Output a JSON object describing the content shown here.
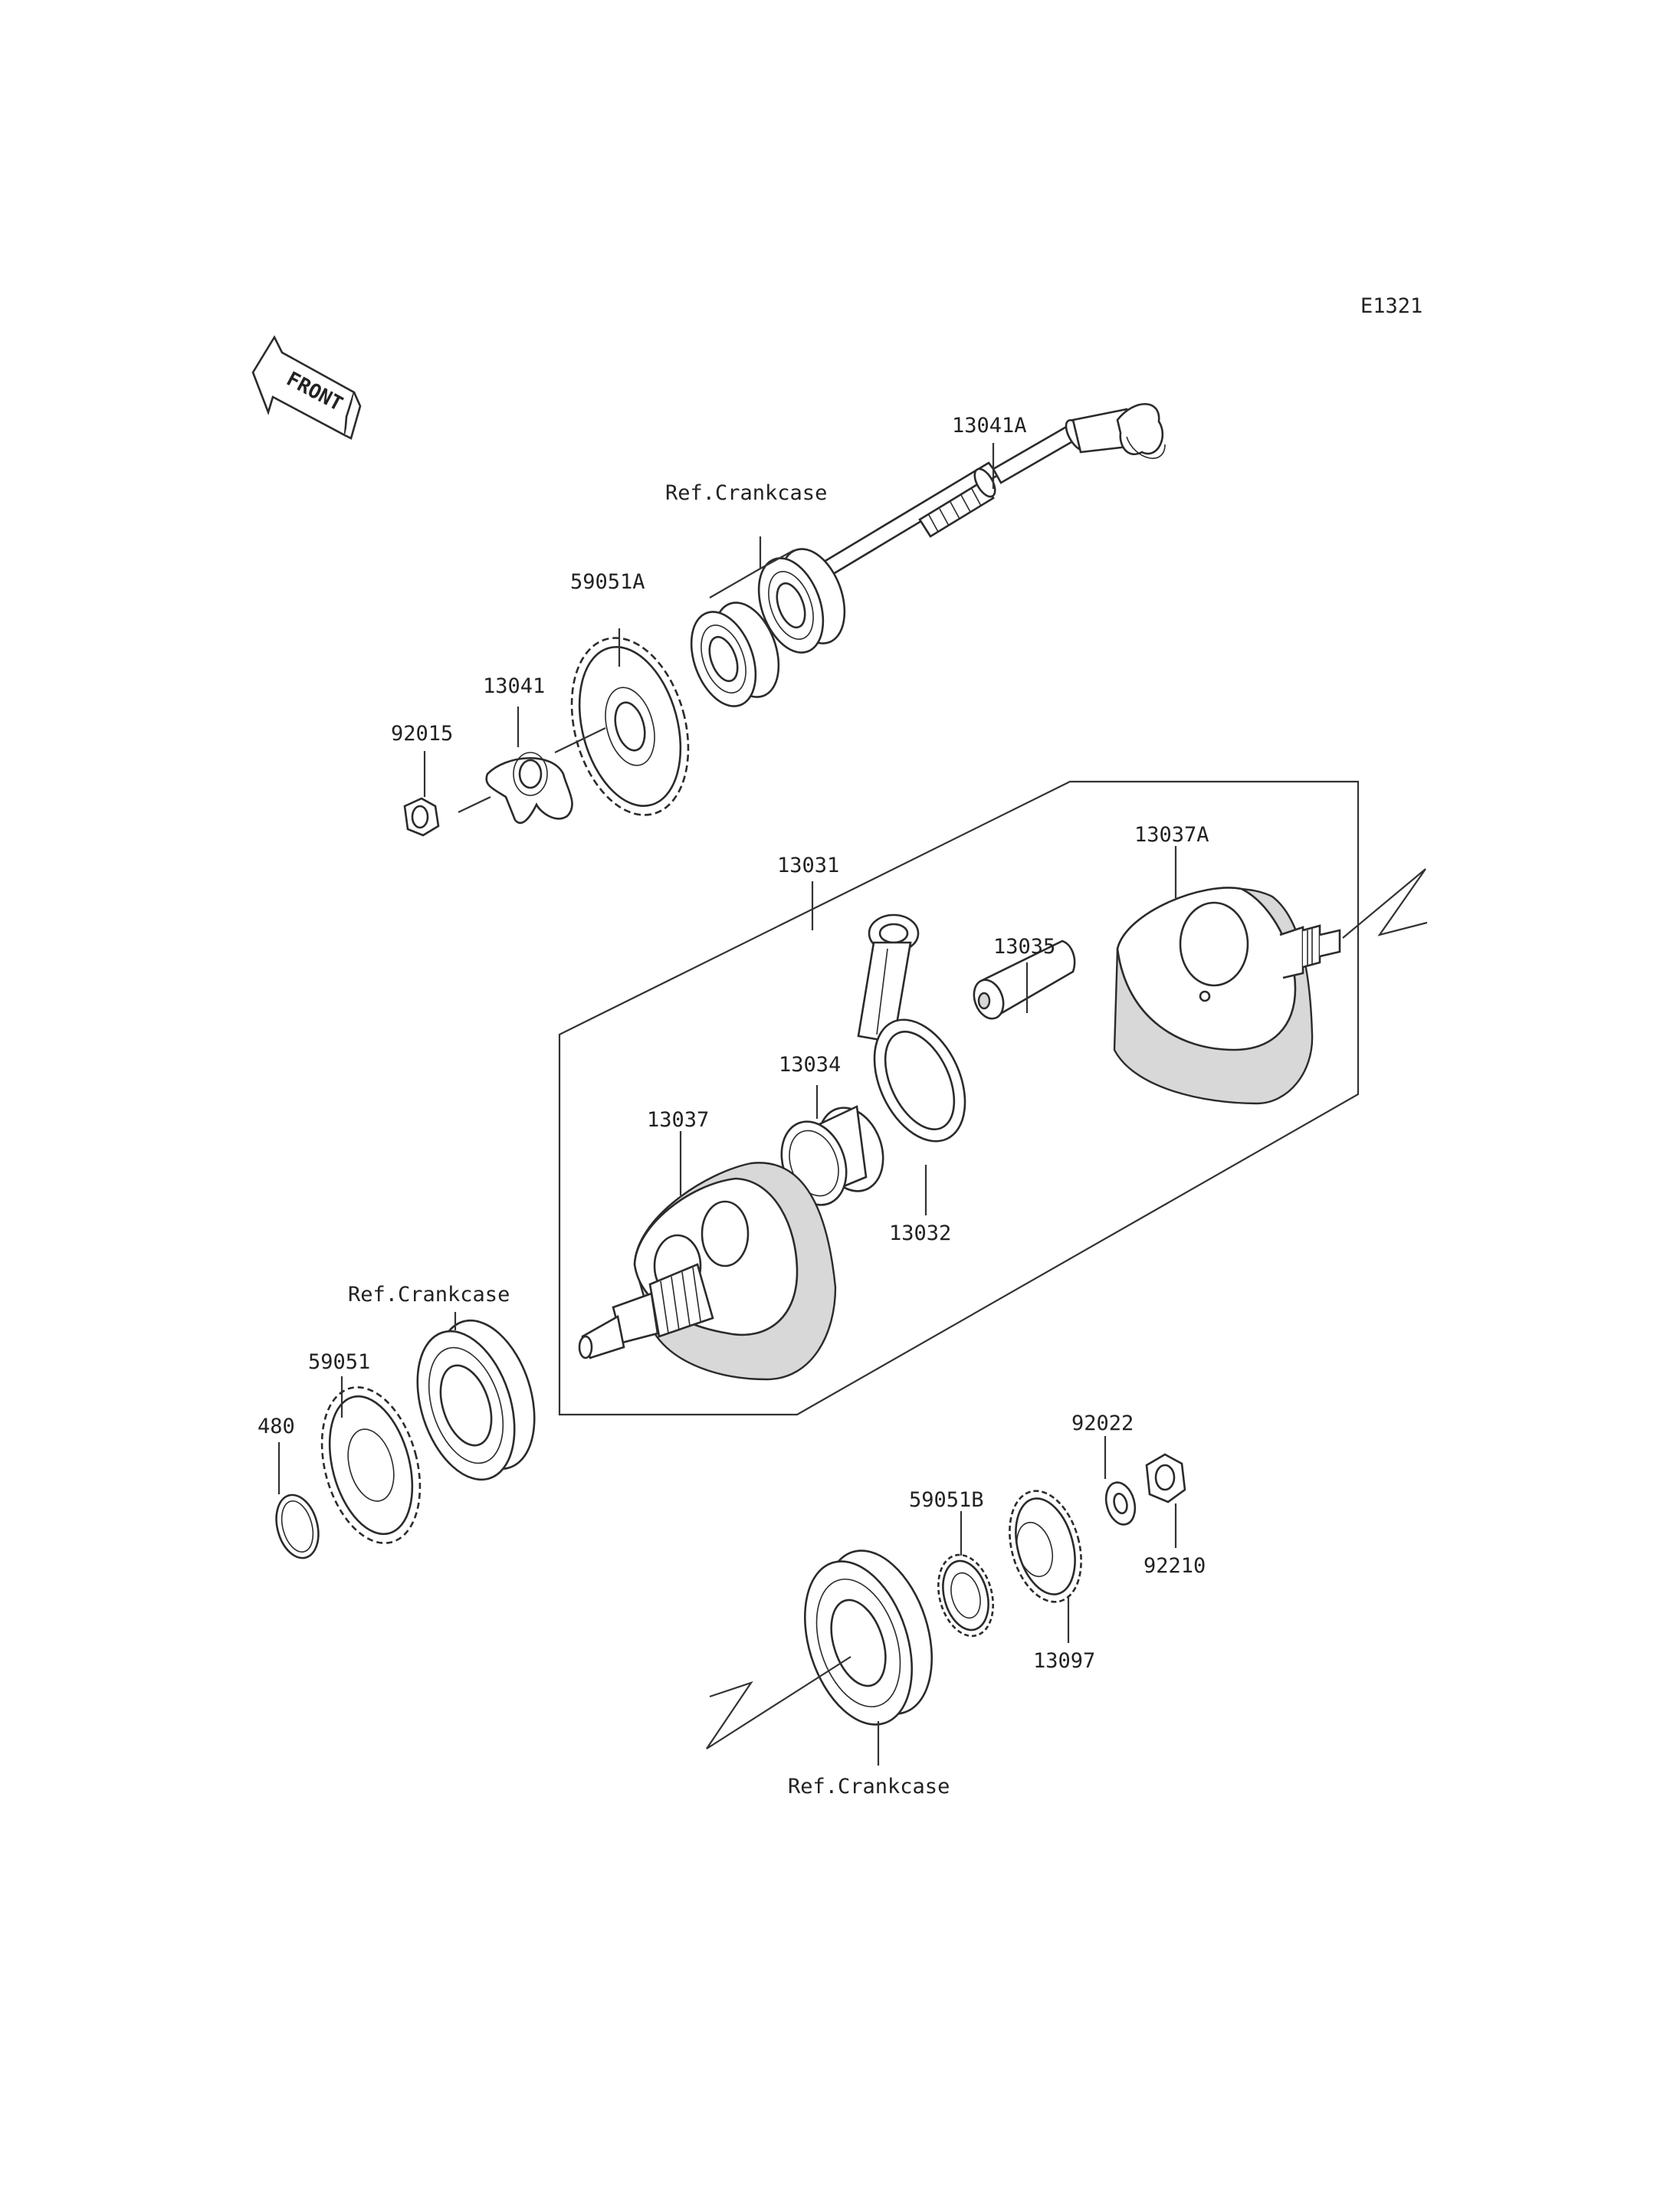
{
  "diagram_code": "E1321",
  "front_arrow_text": "FRONT",
  "labels": {
    "p13041A": "13041A",
    "ref_top": "Ref.Crankcase",
    "p59051A": "59051A",
    "p13041": "13041",
    "p92015": "92015",
    "p13031": "13031",
    "p13037A": "13037A",
    "p13035": "13035",
    "p13034": "13034",
    "p13037": "13037",
    "p13032": "13032",
    "ref_left": "Ref.Crankcase",
    "p59051": "59051",
    "p480": "480",
    "p92022": "92022",
    "p59051B": "59051B",
    "p92210": "92210",
    "p13097": "13097",
    "ref_bottom": "Ref.Crankcase"
  }
}
